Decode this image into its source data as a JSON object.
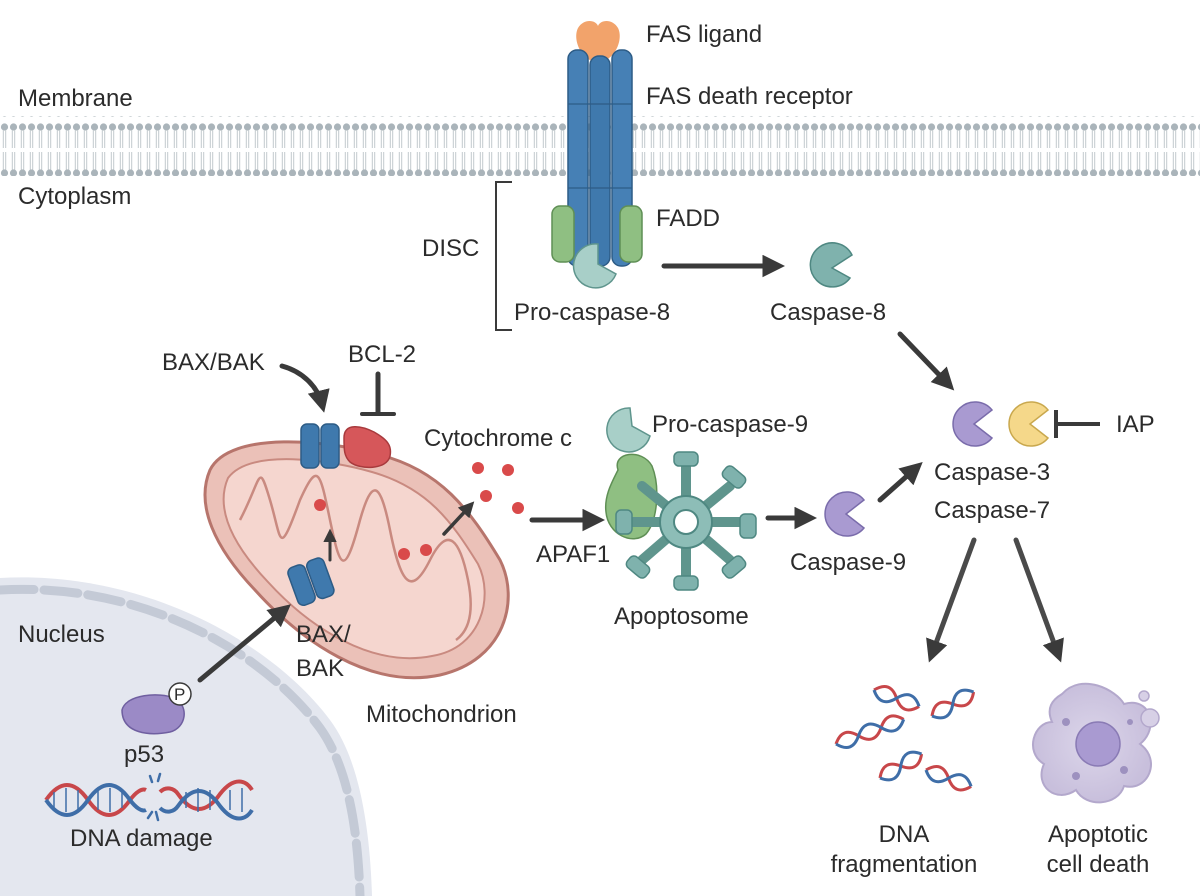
{
  "labels": {
    "membrane": "Membrane",
    "cytoplasm": "Cytoplasm",
    "nucleus": "Nucleus",
    "fas_ligand": "FAS ligand",
    "fas_receptor": "FAS death receptor",
    "fadd": "FADD",
    "disc": "DISC",
    "pro_caspase_8": "Pro-caspase-8",
    "caspase_8": "Caspase-8",
    "bax_bak_top": "BAX/BAK",
    "bcl2": "BCL-2",
    "cytochrome_c": "Cytochrome c",
    "pro_caspase_9": "Pro-caspase-9",
    "apaf1": "APAF1",
    "apoptosome": "Apoptosome",
    "caspase_9": "Caspase-9",
    "caspase_3": "Caspase-3",
    "caspase_7": "Caspase-7",
    "iap": "IAP",
    "bax_line1": "BAX/",
    "bax_line2": "BAK",
    "mitochondrion": "Mitochondrion",
    "p53": "p53",
    "phospho": "P",
    "dna_damage": "DNA damage",
    "dna_frag_line1": "DNA",
    "dna_frag_line2": "fragmentation",
    "apoptotic_line1": "Apoptotic",
    "apoptotic_line2": "cell death"
  },
  "colors": {
    "membrane": "#9aa6ad",
    "receptor": "#3f79ad",
    "ligand": "#f2a36b",
    "fadd": "#8fbf82",
    "caspase_teal": "#7fb2ad",
    "caspase_purple": "#a99ad1",
    "caspase_yellow": "#f5d88a",
    "mito_outer": "#e7b8ae",
    "bcl2": "#d6575a",
    "cyto_c": "#d94a4a",
    "nucleus": "#e3e6ee",
    "arrow": "#3a3a3a",
    "dna_red": "#c8474a",
    "dna_blue": "#3f6ea8"
  }
}
